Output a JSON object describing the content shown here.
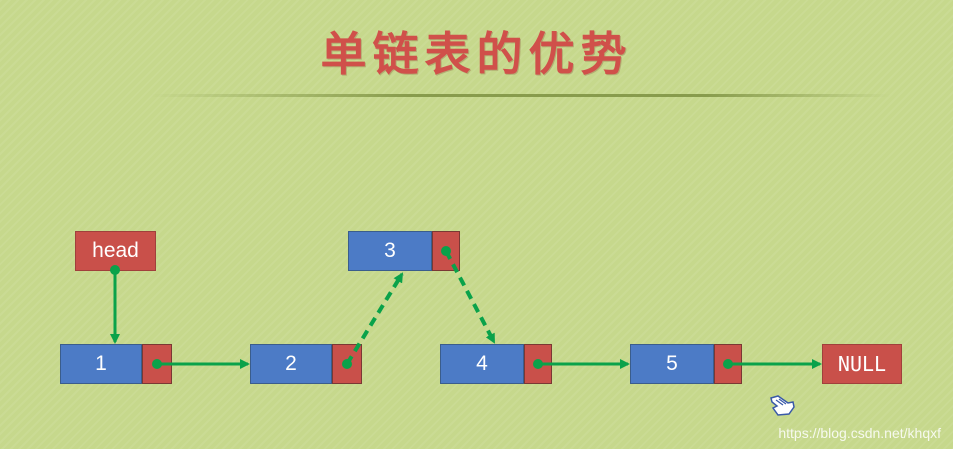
{
  "title": "单链表的优势",
  "head_label": "head",
  "null_label": "NULL",
  "nodes": [
    {
      "value": "1"
    },
    {
      "value": "2"
    },
    {
      "value": "3"
    },
    {
      "value": "4"
    },
    {
      "value": "5"
    }
  ],
  "watermark": "https://blog.csdn.net/khqxf",
  "colors": {
    "background": "#c6d88c",
    "data_box": "#4c7bc6",
    "pointer_box": "#c9504a",
    "arrow": "#0aa24a",
    "title": "#d0504a"
  }
}
